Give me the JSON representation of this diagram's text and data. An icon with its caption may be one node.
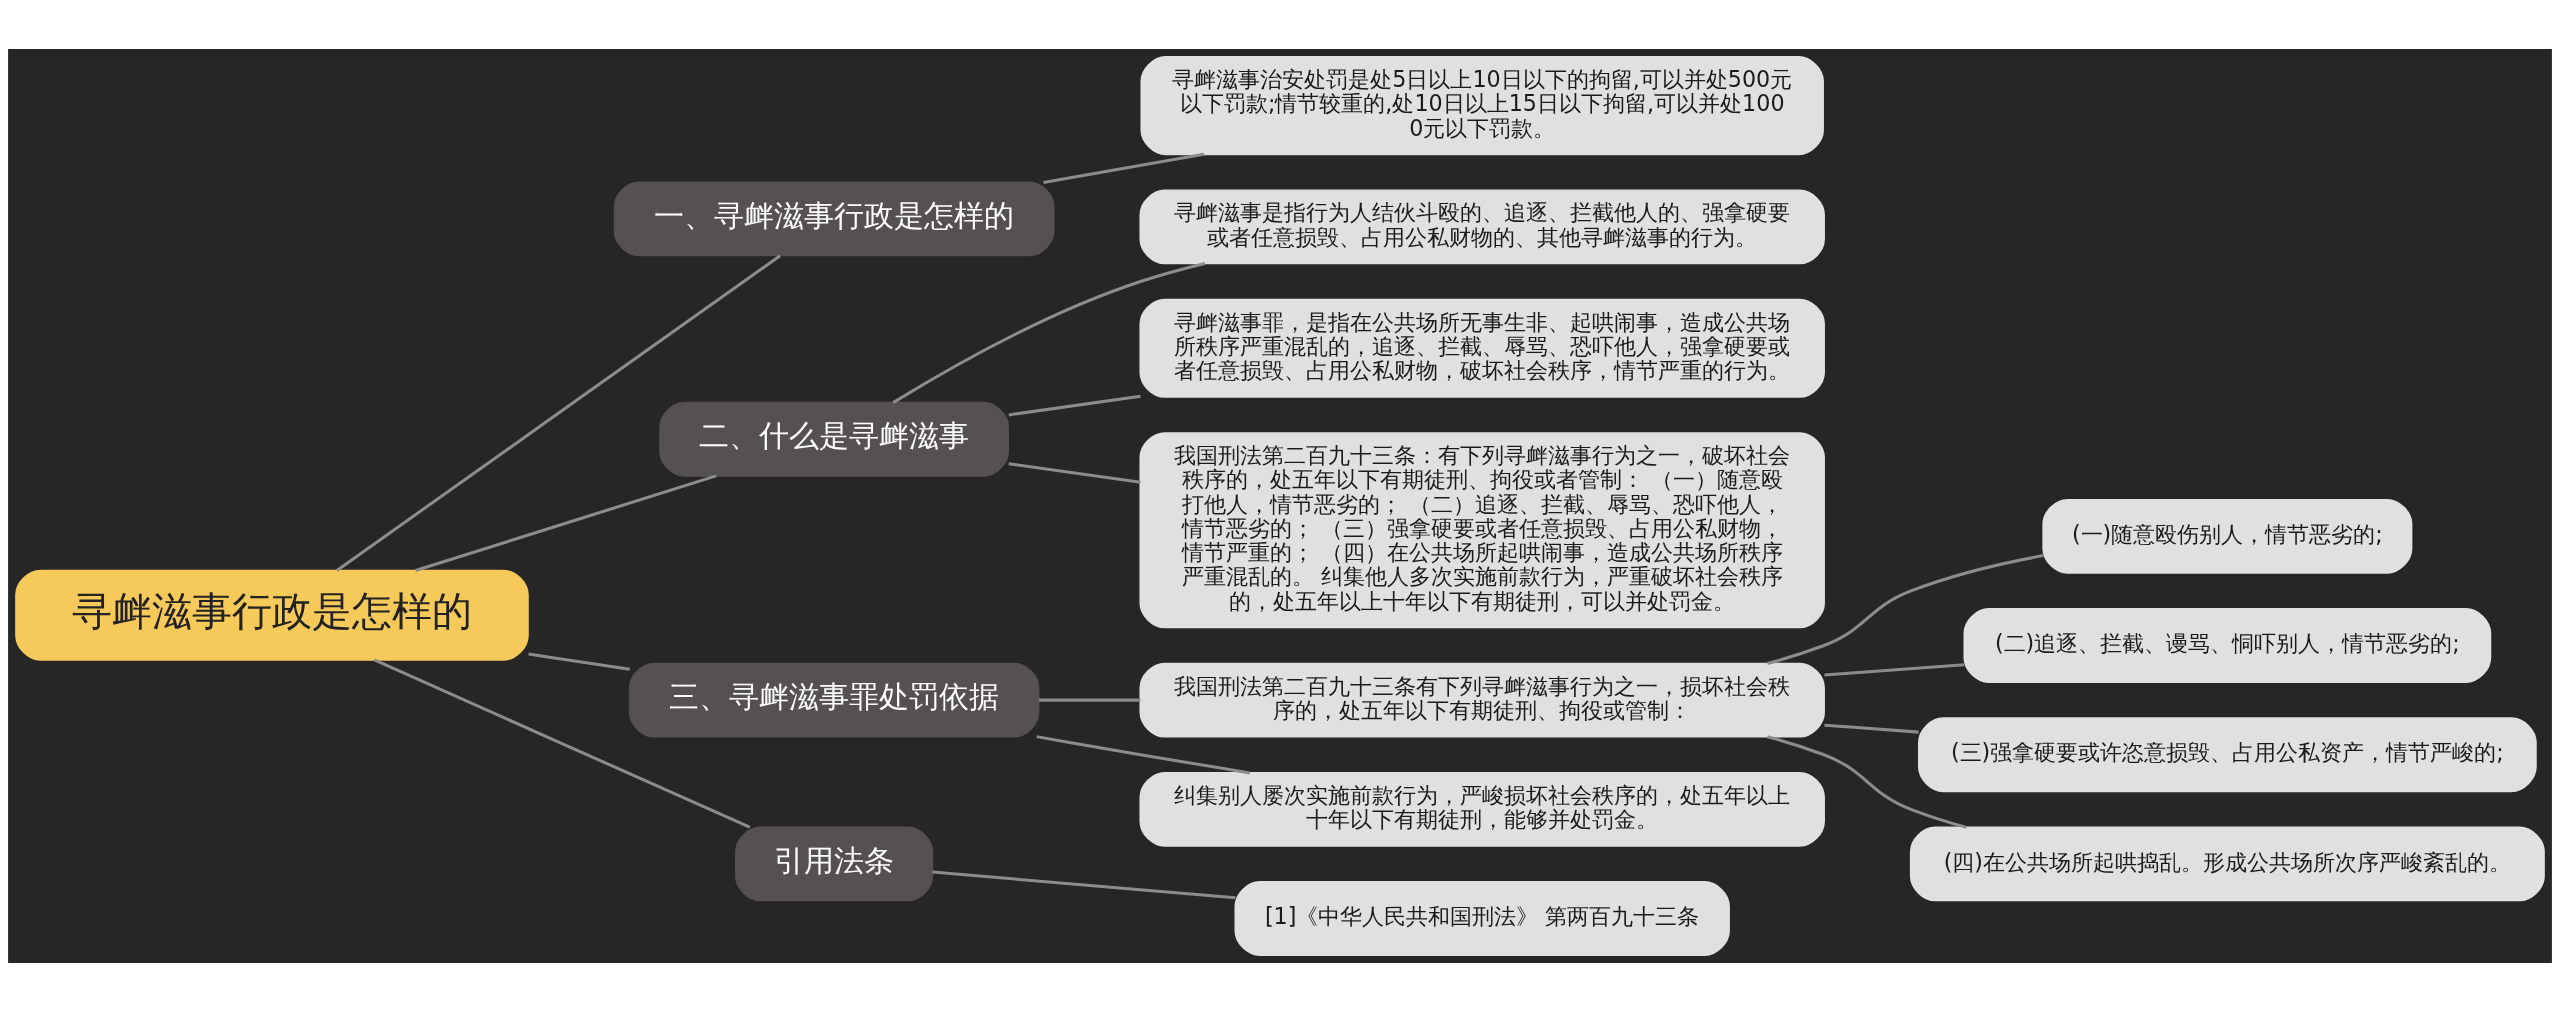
{
  "diagram": {
    "nodes": [
      {
        "text": [
          "寻衅滋事行政是怎样的"
        ]
      },
      {
        "text": [
          "一、寻衅滋事行政是怎样的"
        ]
      },
      {
        "text": [
          "寻衅滋事治安处罚是处5日以上10日以下的拘留,可以并处500元以下罚款;情节较重的,处10日以上15日以下拘留,可以并处1000元以下罚款。"
        ]
      },
      {
        "text": [
          "二、什么是寻衅滋事"
        ]
      },
      {
        "text": [
          "寻衅滋事是指行为人结伙斗殴的、追逐、拦截他人的、强拿硬要或者任意损毁、占用公私财物的、其他寻衅滋事的行为。"
        ]
      },
      {
        "text": [
          "寻衅滋事罪，是指在公共场所无事生非、起哄闹事，造成公共场所秩序严重混乱的，追逐、拦截、辱骂、恐吓他人，强拿硬要或者任意损毁、占用公私财物，破坏社会秩序，情节严重的行为。"
        ]
      },
      {
        "text": [
          "我国刑法第二百九十三条：有下列寻衅滋事行为之一，破坏社会秩序的，处五年以下有期徒刑、拘役或者管制： （一）随意殴打他人，情节恶劣的； （二）追逐、拦截、辱骂、恐吓他人，情节恶劣的； （三）强拿硬要或者任意损毁、占用公私财物，情节严重的； （四）在公共场所起哄闹事，造成公共场所秩序严重混乱的。 纠集他人多次实施前款行为，严重破坏社会秩序的，处五年以上十年以下有期徒刑，可以并处罚金。"
        ]
      },
      {
        "text": [
          "三、寻衅滋事罪处罚依据"
        ]
      },
      {
        "text": [
          "我国刑法第二百九十三条有下列寻衅滋事行为之一，损坏社会秩序的，处五年以下有期徒刑、拘役或管制："
        ]
      },
      {
        "text": [
          "(一)随意殴伤别人，情节恶劣的;"
        ]
      },
      {
        "text": [
          "(二)追逐、拦截、谩骂、恫吓别人，情节恶劣的;"
        ]
      },
      {
        "text": [
          "(三)强拿硬要或许恣意损毁、占用公私资产，情节严峻的;"
        ]
      },
      {
        "text": [
          "(四)在公共场所起哄捣乱。形成公共场所次序严峻紊乱的。"
        ]
      },
      {
        "text": [
          "纠集别人屡次实施前款行为，严峻损坏社会秩序的，处五年以上十年以下有期徒刑，能够并处罚金。"
        ]
      },
      {
        "text": [
          "引用法条"
        ]
      },
      {
        "text": [
          "[1]《中华人民共和国刑法》 第两百九十三条"
        ]
      }
    ],
    "edges": [
      {
        "from": 0,
        "to": 1,
        "arrow": "none"
      },
      {
        "from": 1,
        "to": 2,
        "arrow": "none"
      },
      {
        "from": 0,
        "to": 3,
        "arrow": "none"
      },
      {
        "from": 3,
        "to": 4,
        "arrow": "none"
      },
      {
        "from": 3,
        "to": 5,
        "arrow": "none"
      },
      {
        "from": 3,
        "to": 6,
        "arrow": "none"
      },
      {
        "from": 0,
        "to": 7,
        "arrow": "none"
      },
      {
        "from": 7,
        "to": 8,
        "arrow": "none"
      },
      {
        "from": 8,
        "to": 9,
        "arrow": "none"
      },
      {
        "from": 8,
        "to": 10,
        "arrow": "none"
      },
      {
        "from": 8,
        "to": 11,
        "arrow": "none"
      },
      {
        "from": 8,
        "to": 12,
        "arrow": "none"
      },
      {
        "from": 7,
        "to": 13,
        "arrow": "none"
      },
      {
        "from": 0,
        "to": 14,
        "arrow": "none"
      },
      {
        "from": 14,
        "to": 15,
        "arrow": "none"
      }
    ]
  }
}
